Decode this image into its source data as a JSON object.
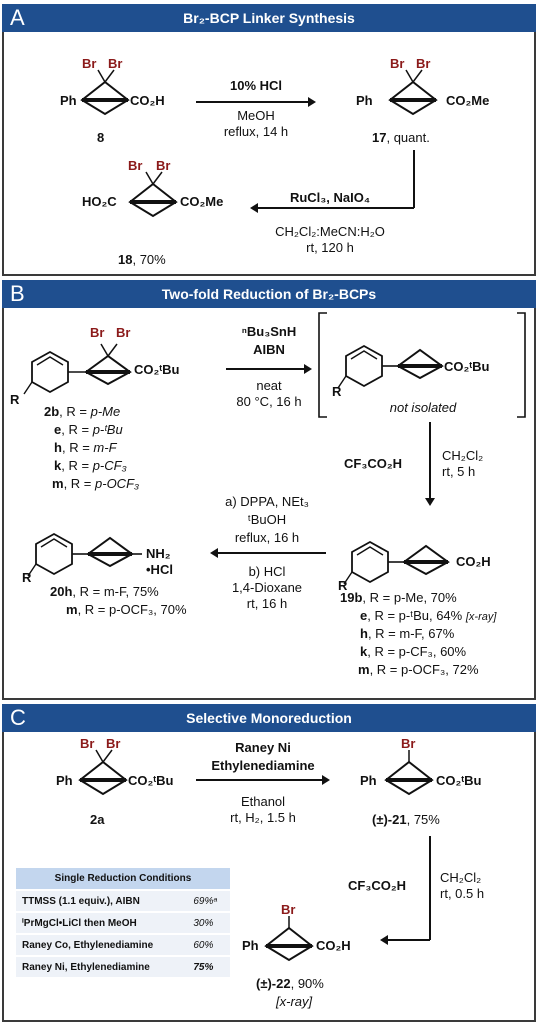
{
  "panels": {
    "a": {
      "letter": "A",
      "title": "Br₂-BCP Linker Synthesis"
    },
    "b": {
      "letter": "B",
      "title": "Two-fold Reduction of Br₂-BCPs"
    },
    "c": {
      "letter": "C",
      "title": "Selective Monoreduction"
    }
  },
  "panel_a": {
    "cmpd8_label": "8",
    "step1": {
      "reagent": "10% HCl",
      "solvent": "MeOH",
      "conditions": "reflux, 14 h"
    },
    "cmpd17_num": "17",
    "cmpd17_yield": ", quant.",
    "step2": {
      "reagent": "RuCl₃, NaIO₄",
      "solvent": "CH₂Cl₂:MeCN:H₂O",
      "conditions": "rt, 120 h"
    },
    "cmpd18_num": "18",
    "cmpd18_yield": ", 70%"
  },
  "panel_b": {
    "step1": {
      "reagent1": "ⁿBu₃SnH",
      "reagent2": "AIBN",
      "solvent": "neat",
      "conditions": "80 °C, 16 h"
    },
    "not_isolated": "not isolated",
    "step2": {
      "reagent": "CF₃CO₂H",
      "solvent": "CH₂Cl₂",
      "conditions": "rt, 5 h"
    },
    "step3": {
      "a": "a) DPPA, NEt₃",
      "a2": "ᵗBuOH",
      "a3": "reflux, 16 h",
      "b": "b) HCl",
      "b2": "1,4-Dioxane",
      "b3": "rt, 16 h"
    },
    "substrates": [
      {
        "id": "2b",
        "r": "R = ",
        "sub": "p-Me"
      },
      {
        "id": "e",
        "r": "R = ",
        "sub": "p-ᵗBu"
      },
      {
        "id": "h",
        "r": "R = ",
        "sub": "m-F"
      },
      {
        "id": "k",
        "r": "R = ",
        "sub": "p-CF₃"
      },
      {
        "id": "m",
        "r": "R = ",
        "sub": "p-OCF₃"
      }
    ],
    "products19": [
      {
        "id": "19b",
        "text": ", R = p-Me, 70%"
      },
      {
        "id": "e",
        "text": ", R = p-ᵗBu, 64%",
        "note": "[x-ray]"
      },
      {
        "id": "h",
        "text": ", R = m-F, 67%"
      },
      {
        "id": "k",
        "text": ", R = p-CF₃, 60%"
      },
      {
        "id": "m",
        "text": ", R = p-OCF₃, 72%"
      }
    ],
    "products20": [
      {
        "id": "20h",
        "text": ", R = m-F, 75%"
      },
      {
        "id": "m",
        "text": ", R = p-OCF₃, 70%"
      }
    ],
    "amine_label": "NH₂",
    "hcl_label": "•HCl"
  },
  "panel_c": {
    "cmpd2a_label": "2a",
    "step1": {
      "reagent1": "Raney Ni",
      "reagent2": "Ethylenediamine",
      "solvent": "Ethanol",
      "conditions": "rt, H₂, 1.5 h"
    },
    "cmpd21_num": "(±)-21",
    "cmpd21_yield": ", 75%",
    "step2": {
      "reagent": "CF₃CO₂H",
      "solvent": "CH₂Cl₂",
      "conditions": "rt, 0.5 h"
    },
    "cmpd22_num": "(±)-22",
    "cmpd22_yield": ", 90%",
    "cmpd22_note": "[x-ray]",
    "table": {
      "header": "Single Reduction Conditions",
      "rows": [
        {
          "condition": "TTMSS (1.1 equiv.), AIBN",
          "yield": "69%ᵃ"
        },
        {
          "condition": "ⁱPrMgCl•LiCl then MeOH",
          "yield": "30%"
        },
        {
          "condition": "Raney Co, Ethylenediamine",
          "yield": "60%"
        },
        {
          "condition": "Raney Ni, Ethylenediamine",
          "yield": "75%"
        }
      ]
    }
  },
  "atoms": {
    "br": "Br",
    "ph": "Ph",
    "r": "R",
    "co2h": "CO₂H",
    "co2me": "CO₂Me",
    "ho2c": "HO₂C",
    "co2tbu": "CO₂ᵗBu"
  },
  "colors": {
    "header": "#1f4f8f",
    "bromine": "#8b1a1a",
    "table_header": "#c3d6ee",
    "table_row": "#eef2f8"
  }
}
